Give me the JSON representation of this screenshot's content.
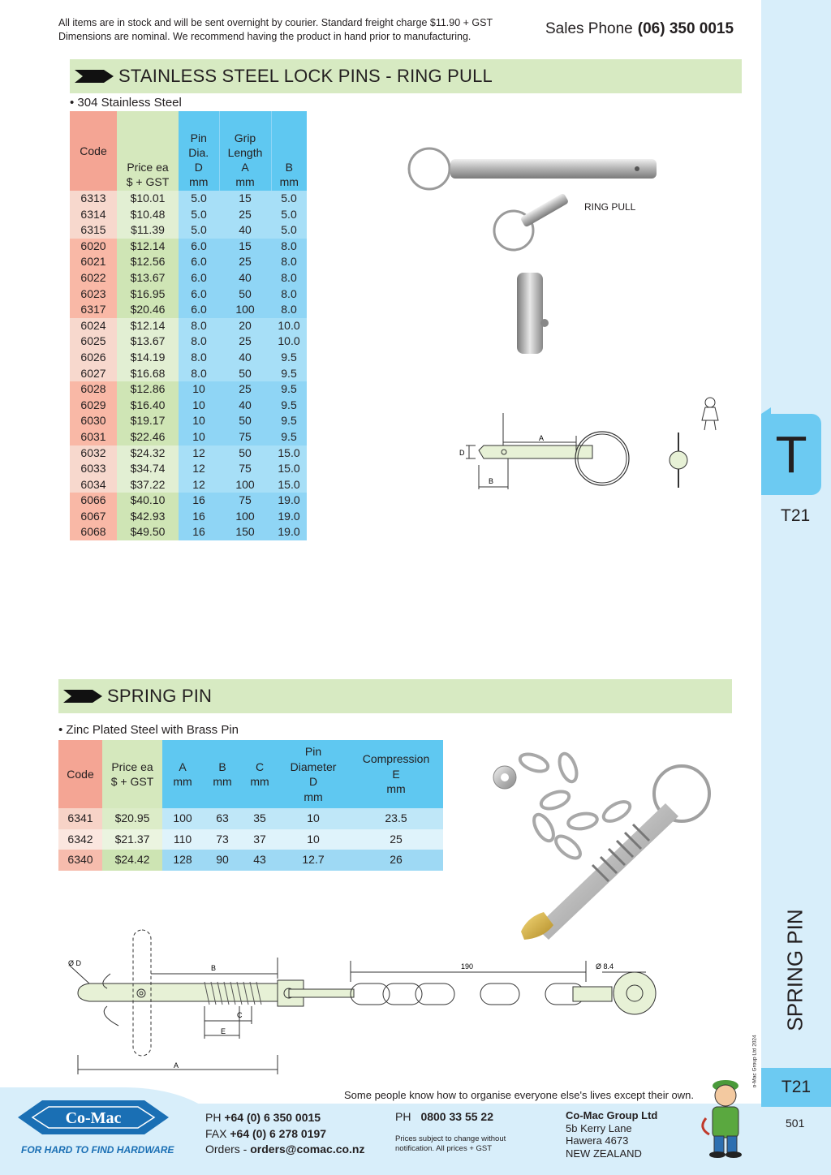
{
  "header": {
    "notice_line1": "All items are in stock and will be sent overnight by courier. Standard freight charge $11.90 + GST",
    "notice_line2": "Dimensions are nominal. We recommend having the product in hand prior to manufacturing.",
    "sales_label": "Sales Phone",
    "sales_phone": "(06) 350 0015"
  },
  "section1": {
    "title": "STAINLESS STEEL LOCK PINS - RING PULL",
    "bullet": "• 304 Stainless Steel",
    "headers": {
      "code": "Code",
      "price": [
        "Price ea",
        "$ + GST"
      ],
      "pin": [
        "Pin",
        "Dia.",
        "D",
        "mm"
      ],
      "grip": [
        "Grip",
        "Length",
        "A",
        "mm"
      ],
      "b": [
        "B",
        "mm"
      ]
    },
    "rows": [
      [
        "6313",
        "$10.01",
        "5.0",
        "15",
        "5.0"
      ],
      [
        "6314",
        "$10.48",
        "5.0",
        "25",
        "5.0"
      ],
      [
        "6315",
        "$11.39",
        "5.0",
        "40",
        "5.0"
      ],
      [
        "6020",
        "$12.14",
        "6.0",
        "15",
        "8.0"
      ],
      [
        "6021",
        "$12.56",
        "6.0",
        "25",
        "8.0"
      ],
      [
        "6022",
        "$13.67",
        "6.0",
        "40",
        "8.0"
      ],
      [
        "6023",
        "$16.95",
        "6.0",
        "50",
        "8.0"
      ],
      [
        "6317",
        "$20.46",
        "6.0",
        "100",
        "8.0"
      ],
      [
        "6024",
        "$12.14",
        "8.0",
        "20",
        "10.0"
      ],
      [
        "6025",
        "$13.67",
        "8.0",
        "25",
        "10.0"
      ],
      [
        "6026",
        "$14.19",
        "8.0",
        "40",
        "9.5"
      ],
      [
        "6027",
        "$16.68",
        "8.0",
        "50",
        "9.5"
      ],
      [
        "6028",
        "$12.86",
        "10",
        "25",
        "9.5"
      ],
      [
        "6029",
        "$16.40",
        "10",
        "40",
        "9.5"
      ],
      [
        "6030",
        "$19.17",
        "10",
        "50",
        "9.5"
      ],
      [
        "6031",
        "$22.46",
        "10",
        "75",
        "9.5"
      ],
      [
        "6032",
        "$24.32",
        "12",
        "50",
        "15.0"
      ],
      [
        "6033",
        "$34.74",
        "12",
        "75",
        "15.0"
      ],
      [
        "6034",
        "$37.22",
        "12",
        "100",
        "15.0"
      ],
      [
        "6066",
        "$40.10",
        "16",
        "75",
        "19.0"
      ],
      [
        "6067",
        "$42.93",
        "16",
        "100",
        "19.0"
      ],
      [
        "6068",
        "$49.50",
        "16",
        "150",
        "19.0"
      ]
    ],
    "image_label": "RING PULL",
    "diagram_labels": {
      "a": "A",
      "b": "B",
      "d": "D"
    }
  },
  "section2": {
    "title": "SPRING PIN",
    "bullet": "• Zinc Plated Steel with Brass Pin",
    "headers": {
      "code": "Code",
      "price": [
        "Price ea",
        "$ + GST"
      ],
      "a": [
        "A",
        "mm"
      ],
      "b": [
        "B",
        "mm"
      ],
      "c": [
        "C",
        "mm"
      ],
      "pin": [
        "Pin",
        "Diameter",
        "D",
        "mm"
      ],
      "comp": [
        "Compression",
        "E",
        "mm"
      ]
    },
    "rows": [
      [
        "6341",
        "$20.95",
        "100",
        "63",
        "35",
        "10",
        "23.5"
      ],
      [
        "6342",
        "$21.37",
        "110",
        "73",
        "37",
        "10",
        "25"
      ],
      [
        "6340",
        "$24.42",
        "128",
        "90",
        "43",
        "12.7",
        "26"
      ]
    ],
    "diagram_labels": {
      "od": "Ø D",
      "b": "B",
      "c": "C",
      "e": "E",
      "a": "A",
      "len": "190",
      "ring": "Ø 8.4"
    }
  },
  "sidebar": {
    "letter": "T",
    "code": "T21",
    "category": "SPRING PIN",
    "copyright": "© Co-Mac Group Ltd 2024",
    "tab_code": "T21",
    "page_number": "501"
  },
  "footer": {
    "slogan": "Some people know how to organise everyone else's lives except their own.",
    "logo_text": "Co-Mac",
    "tagline": "FOR HARD TO FIND HARDWARE",
    "ph_label": "PH",
    "ph": "+64 (0) 6 350 0015",
    "fax_label": "FAX",
    "fax": "+64 (0) 6 278 0197",
    "orders_label": "Orders -",
    "orders": "orders@comac.co.nz",
    "ph2_label": "PH",
    "ph2": "0800 33 55 22",
    "prices_note_1": "Prices subject to change without",
    "prices_note_2": "notification. All prices + GST",
    "company": "Co-Mac Group Ltd",
    "addr1": "5b Kerry Lane",
    "addr2": "Hawera 4673",
    "addr3": "NEW ZEALAND"
  },
  "colors": {
    "code_col": "#f4a594",
    "price_col": "#d5e8bd",
    "dim_col": "#5fc8f1",
    "banner": "#d7eac2",
    "sidebar": "#d8eefa",
    "tab": "#6ccaf2",
    "brand_blue": "#1a6fb4"
  }
}
